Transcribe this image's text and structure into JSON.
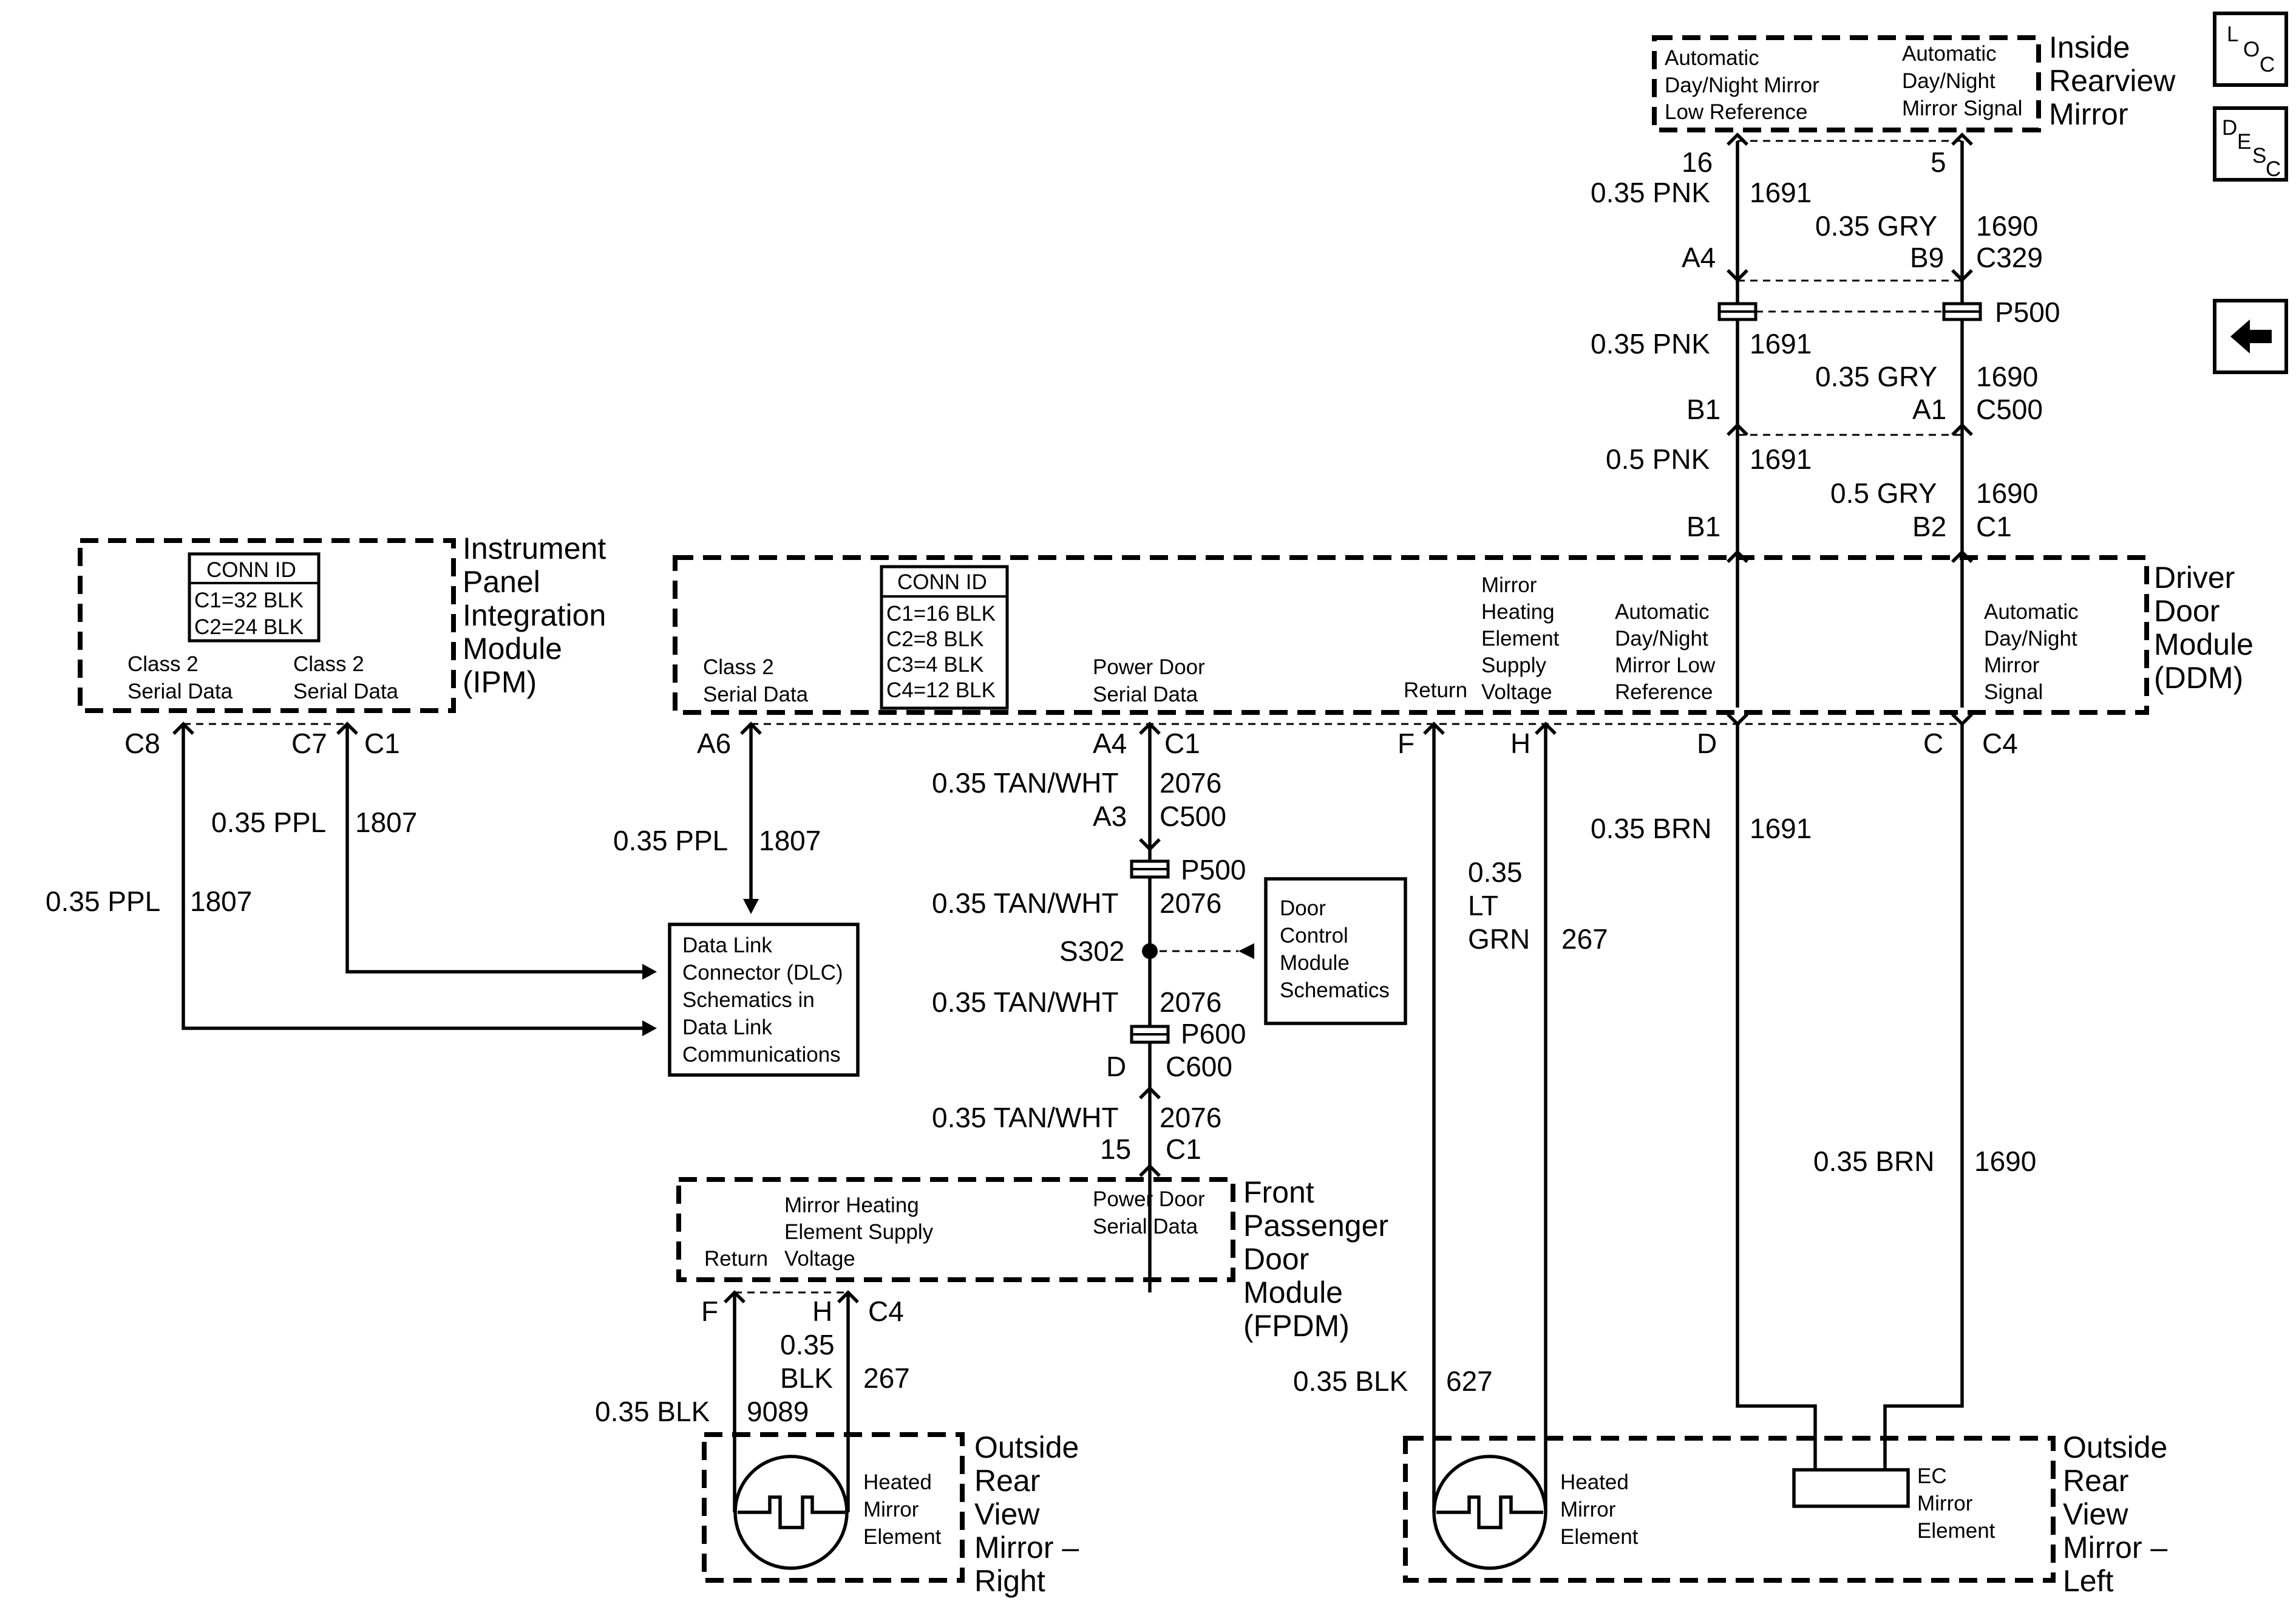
{
  "nav": {
    "loc_button": {
      "l1": "L",
      "l2": "O",
      "l3": "C"
    },
    "desc_button": {
      "l1": "D",
      "l2": "E",
      "l3": "S",
      "l4": "C"
    }
  },
  "inside_mirror": {
    "title": [
      "Inside",
      "Rearview",
      "Mirror"
    ],
    "low_ref": [
      "Automatic",
      "Day/Night Mirror",
      "Low Reference"
    ],
    "signal": [
      "Automatic",
      "Day/Night",
      "Mirror Signal"
    ],
    "pin_low": "16",
    "pin_sig": "5"
  },
  "upper_wiring": {
    "pnk_a": "0.35 PNK",
    "circ_a": "1691",
    "gry_a": "0.35 GRY",
    "circ_b": "1690",
    "a4": "A4",
    "b9": "B9",
    "c329": "C329",
    "p500": "P500",
    "pnk_b": "0.35 PNK",
    "circ_c": "1691",
    "gry_b": "0.35 GRY",
    "circ_d": "1690",
    "b1": "B1",
    "a1": "A1",
    "c500": "C500",
    "pnk_c": "0.5 PNK",
    "circ_e": "1691",
    "gry_c": "0.5 GRY",
    "circ_f": "1690",
    "b1b": "B1",
    "b2": "B2",
    "c1": "C1"
  },
  "ipm": {
    "title": [
      "Instrument",
      "Panel",
      "Integration",
      "Module",
      "(IPM)"
    ],
    "conn_id": "CONN ID",
    "conn_rows": [
      "C1=32 BLK",
      "C2=24 BLK"
    ],
    "class2_a": [
      "Class 2",
      "Serial Data"
    ],
    "class2_b": [
      "Class 2",
      "Serial Data"
    ],
    "c8": "C8",
    "c7": "C7",
    "c1": "C1",
    "wire_a": "0.35 PPL",
    "circ_a": "1807",
    "wire_b": "0.35 PPL",
    "circ_b": "1807"
  },
  "dlc": {
    "lines": [
      "Data Link",
      "Connector (DLC)",
      "Schematics in",
      "Data Link",
      "Communications"
    ]
  },
  "ddm": {
    "title": [
      "Driver",
      "Door",
      "Module",
      "(DDM)"
    ],
    "conn_id": "CONN ID",
    "conn_rows": [
      "C1=16 BLK",
      "C2=8 BLK",
      "C3=4 BLK",
      "C4=12 BLK"
    ],
    "class2": [
      "Class 2",
      "Serial Data"
    ],
    "power_door": [
      "Power Door",
      "Serial Data"
    ],
    "return": "Return",
    "mirror_heat": [
      "Mirror",
      "Heating",
      "Element",
      "Supply",
      "Voltage"
    ],
    "auto_low": [
      "Automatic",
      "Day/Night",
      "Mirror Low",
      "Reference"
    ],
    "auto_sig": [
      "Automatic",
      "Day/Night",
      "Mirror",
      "Signal"
    ],
    "a6": "A6",
    "a4": "A4",
    "c1": "C1",
    "f": "F",
    "h": "H",
    "d": "D",
    "c": "C",
    "c4": "C4",
    "ppl": "0.35 PPL",
    "ppl_circ": "1807"
  },
  "center_wiring": {
    "tan1": "0.35 TAN/WHT",
    "c2076a": "2076",
    "a3": "A3",
    "c500": "C500",
    "p500": "P500",
    "tan2": "0.35 TAN/WHT",
    "c2076b": "2076",
    "s302": "S302",
    "tan3": "0.35 TAN/WHT",
    "c2076c": "2076",
    "p600": "P600",
    "d": "D",
    "c600": "C600",
    "tan4": "0.35 TAN/WHT",
    "c2076d": "2076",
    "p15": "15",
    "c1": "C1"
  },
  "door_control": {
    "lines": [
      "Door",
      "Control",
      "Module",
      "Schematics"
    ]
  },
  "fpdm": {
    "title": [
      "Front",
      "Passenger",
      "Door",
      "Module",
      "(FPDM)"
    ],
    "mirror_heat": [
      "Mirror Heating",
      "Element Supply",
      "Voltage"
    ],
    "return": "Return",
    "power_door": [
      "Power Door",
      "Serial Data"
    ],
    "f": "F",
    "h": "H",
    "c4": "C4",
    "blk": [
      "0.35",
      "BLK"
    ],
    "c267": "267",
    "blk2": "0.35 BLK",
    "c9089": "9089"
  },
  "right_mirror": {
    "title": [
      "Outside",
      "Rear",
      "View",
      "Mirror –",
      "Right"
    ],
    "heated": [
      "Heated",
      "Mirror",
      "Element"
    ]
  },
  "left_wiring": {
    "ltgrn": [
      "0.35",
      "LT",
      "GRN"
    ],
    "c267": "267",
    "brn_a": "0.35 BRN",
    "c1691": "1691",
    "brn_b": "0.35 BRN",
    "c1690": "1690",
    "blk": "0.35 BLK",
    "c627": "627"
  },
  "left_mirror": {
    "title": [
      "Outside",
      "Rear",
      "View",
      "Mirror –",
      "Left"
    ],
    "heated": [
      "Heated",
      "Mirror",
      "Element"
    ],
    "ec": [
      "EC",
      "Mirror",
      "Element"
    ]
  }
}
